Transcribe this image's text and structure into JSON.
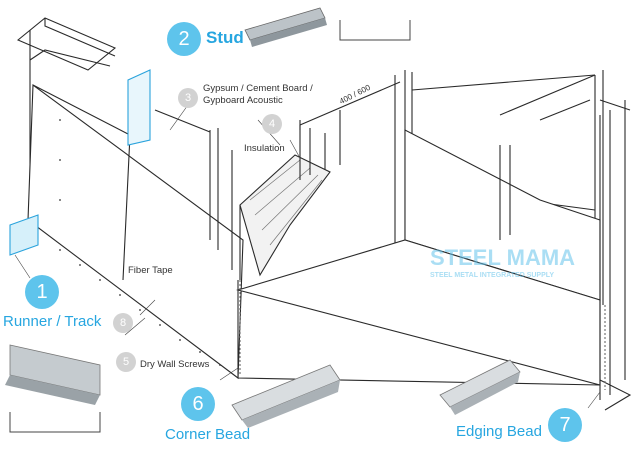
{
  "labels": {
    "stud": "Stud",
    "gypsum_line1": "Gypsum / Cement Board /",
    "gypsum_line2": "Gypboard Acoustic",
    "insulation": "Insulation",
    "dimension": "400 / 600",
    "fiber_tape": "Fiber Tape",
    "runner_track": "Runner / Track",
    "dry_wall_screws": "Dry Wall Screws",
    "corner_bead": "Corner Bead",
    "edging_bead": "Edging Bead"
  },
  "numbers": {
    "n1": "1",
    "n2": "2",
    "n3": "3",
    "n4": "4",
    "n5": "5",
    "n6": "6",
    "n7": "7",
    "n8": "8"
  },
  "watermark": {
    "brand": "STEEL MAMA",
    "tagline": "STEEL METAL INTEGRATED SUPPLY"
  },
  "colors": {
    "accent_blue": "#27a6e0",
    "number_blue": "#5ec4ec",
    "number_gray": "#d2d2d2",
    "line": "#2a2a2a"
  }
}
